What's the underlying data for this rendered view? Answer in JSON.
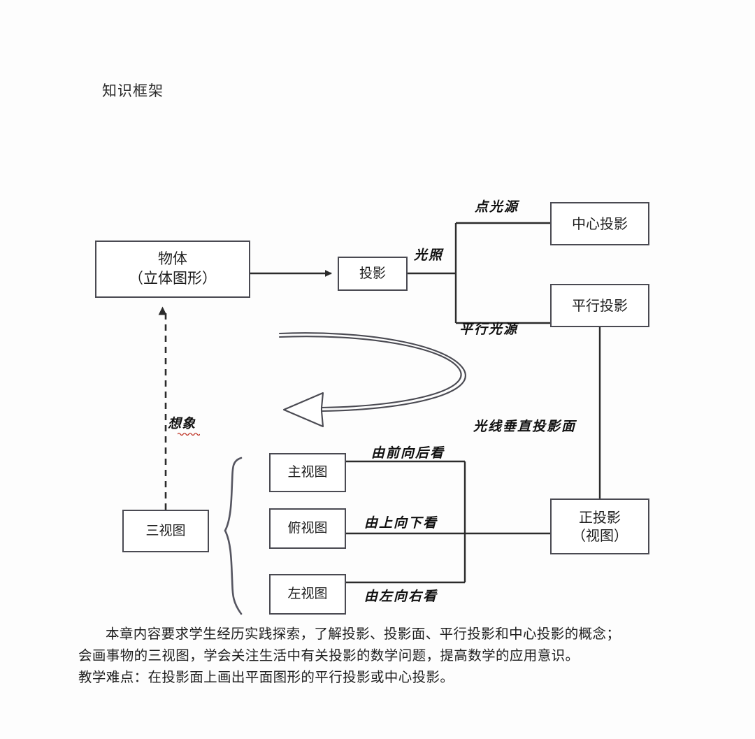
{
  "document": {
    "title": "知识框架"
  },
  "diagram": {
    "type": "flow-chart",
    "nodes": {
      "object": {
        "line1": "物体",
        "line2": "（立体图形）"
      },
      "projection": {
        "line1": "投影"
      },
      "central_projection": {
        "line1": "中心投影"
      },
      "parallel_projection": {
        "line1": "平行投影"
      },
      "orthographic": {
        "line1": "正投影",
        "line2": "（视图）"
      },
      "three_views": {
        "line1": "三视图"
      },
      "front_view": {
        "line1": "主视图"
      },
      "top_view": {
        "line1": "俯视图"
      },
      "left_view": {
        "line1": "左视图"
      }
    },
    "edge_labels": {
      "illumination": "光照",
      "point_source": "点光源",
      "parallel_source": "平行光源",
      "rays_perpendicular": "光线垂直投影面",
      "front_to_back": "由前向后看",
      "top_to_down": "由上向下看",
      "left_to_right": "由左向右看",
      "imagine": "想象"
    },
    "colors": {
      "box_border": "#4a4a52",
      "line": "#2b2b2b",
      "text": "#1c1c1c",
      "squiggle": "#c0392b",
      "background": "#ffffff"
    }
  },
  "footer": {
    "paragraph1": "本章内容要求学生经历实践探索，了解投影、投影面、平行投影和中心投影的概念；",
    "paragraph2": "会画事物的三视图，学会关注生活中有关投影的数学问题，提高数学的应用意识。",
    "paragraph3": "教学难点：在投影面上画出平面图形的平行投影或中心投影。"
  }
}
